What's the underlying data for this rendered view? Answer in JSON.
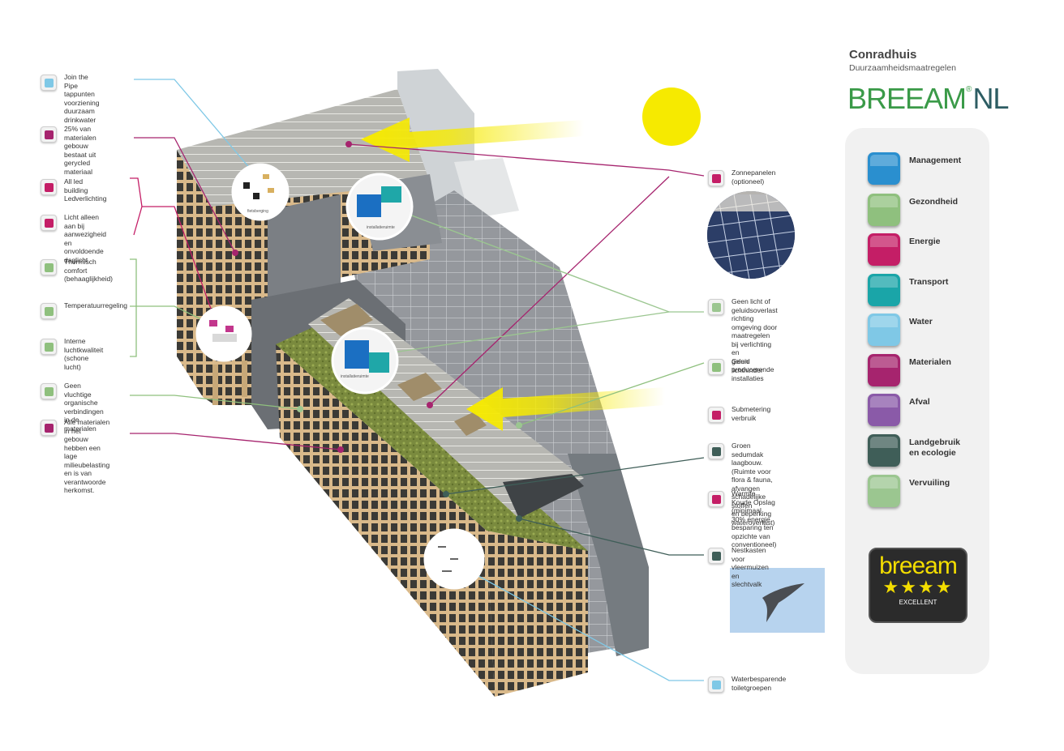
{
  "header": {
    "title": "Conradhuis",
    "subtitle": "Duurzaamheidsmaatregelen",
    "logo_main": "BREEAM",
    "logo_reg": "®",
    "logo_nl": "NL"
  },
  "left_notes": [
    {
      "text": "Join the Pipe tappunten\nvoorziening duurzaam\ndrinkwater",
      "category": "water"
    },
    {
      "text": "25% van materialen\ngebouw bestaat uit\ngerycled materiaal",
      "category": "materialen"
    },
    {
      "text": "All led building\nLedverlichting",
      "category": "energie"
    },
    {
      "text": "Licht alleen aan bij\naanwezigheid en\nonvoldoende daglicht",
      "category": "energie"
    },
    {
      "text": "Thermisch comfort\n(behaaglijkheid)",
      "category": "gezondheid"
    },
    {
      "text": "Temperatuurregeling",
      "category": "gezondheid"
    },
    {
      "text": "Interne luchtkwaliteit\n(schone lucht)",
      "category": "gezondheid"
    },
    {
      "text": "Geen vluchtige\norganische verbindingen\nin de materialen",
      "category": "gezondheid"
    },
    {
      "text": "Alle materialen in het\ngebouw hebben een lage\nmilieubelasting en is van\nverantwoorde herkomst.",
      "category": "materialen"
    }
  ],
  "right_notes": [
    {
      "text": "Zonnepanelen\n(optioneel)",
      "category": "energie"
    },
    {
      "text": "Geen licht of geluidsoverlast\nrichting omgeving door\nmaatregelen bij verlichting en\ngeluid producerende installaties",
      "category": "vervuiling"
    },
    {
      "text": "Geen lichthinder",
      "category": "gezondheid"
    },
    {
      "text": "Submetering verbruik",
      "category": "energie"
    },
    {
      "text": "Groen sedumdak laagbouw.\n(Ruimte voor flora & fauna,\nafvangen schadelijke stoffen\nen beperking wateroverlast)",
      "category": "landgebruik"
    },
    {
      "text": "Warmte Koude Opslag\n(minimaal 30% energie\nbesparing ten opzichte van\nconventioneel)",
      "category": "energie"
    },
    {
      "text": "Nestkasten voor vleermuizen\nen slechtvalk",
      "category": "landgebruik"
    },
    {
      "text": "Waterbesparende\ntoiletgroepen",
      "category": "water"
    }
  ],
  "categories": [
    {
      "label": "Management",
      "color": "#2a8fcf"
    },
    {
      "label": "Gezondheid",
      "color": "#8fc07e"
    },
    {
      "label": "Energie",
      "color": "#c41e66"
    },
    {
      "label": "Transport",
      "color": "#1aa5a8"
    },
    {
      "label": "Water",
      "color": "#7fc8e6"
    },
    {
      "label": "Materialen",
      "color": "#a6246e"
    },
    {
      "label": "Afval",
      "color": "#8a5aa8"
    },
    {
      "label": "Landgebruik\nen ecologie",
      "color": "#3f5e58"
    },
    {
      "label": "Vervuiling",
      "color": "#9bc690"
    }
  ],
  "badge": {
    "word": "breeam",
    "stars": "★★★★",
    "rating": "EXCELLENT"
  },
  "colors": {
    "water": "#7fc8e6",
    "materialen": "#a6246e",
    "energie": "#c41e66",
    "gezondheid": "#8fc07e",
    "landgebruik": "#3f5e58",
    "vervuiling": "#9bc690",
    "sun": "#f6ea00",
    "logo_green": "#3a9a48"
  },
  "inset_captions": {
    "bicycles": "fietsberging",
    "installation": "installatieruimte"
  }
}
